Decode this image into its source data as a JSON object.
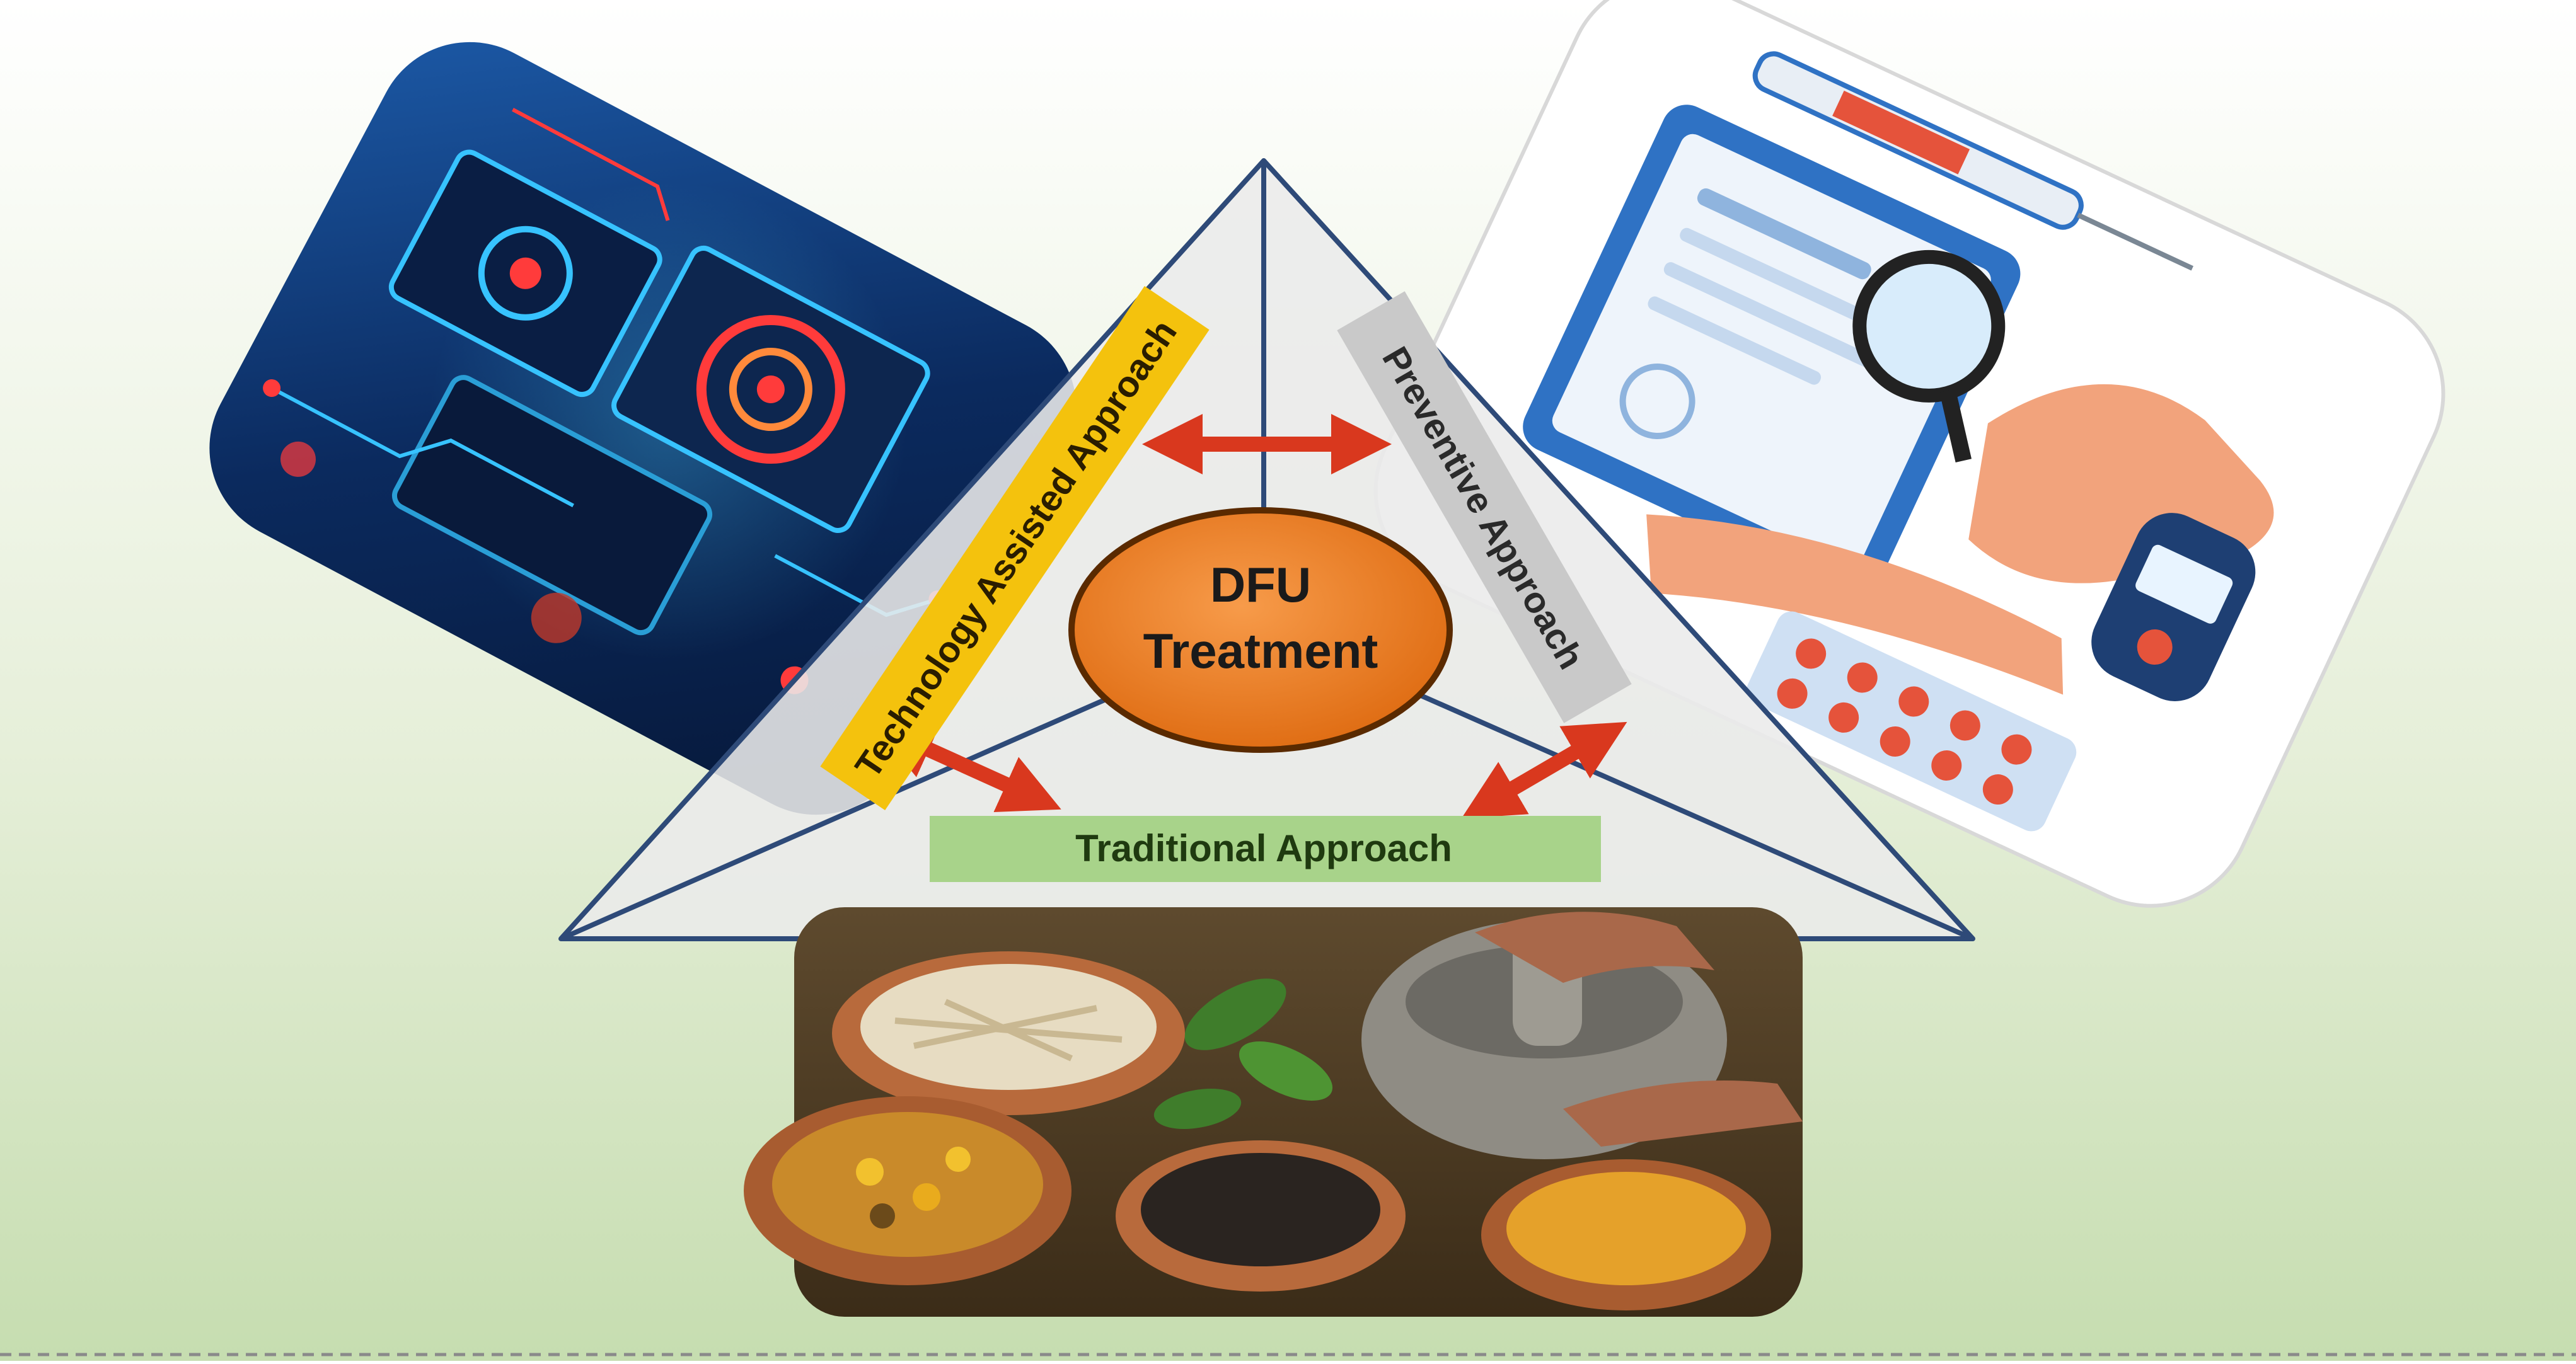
{
  "diagram": {
    "center_label_line1": "DFU",
    "center_label_line2": "Treatment",
    "label_technology": "Technology Assisted Approach",
    "label_preventive": "Preventive Approach",
    "label_traditional": "Traditional Approach"
  },
  "images": {
    "technology": "futuristic-tech-icon",
    "preventive": "medical-care-icon",
    "traditional": "herbal-medicine-icon"
  },
  "colors": {
    "background_top": "#ffffff",
    "background_bottom": "#c9dfb3",
    "triangle_fill": "#ebebeb",
    "triangle_stroke": "#2e4a78",
    "center_fill": "#ee7d22",
    "technology_label_bg": "#f4c20d",
    "preventive_label_bg": "#c9c9c9",
    "traditional_label_bg": "#a8d38a",
    "arrow": "#d9381e",
    "tech_panel": "#0b2a5e",
    "tech_accent": "#ff3b3b"
  }
}
